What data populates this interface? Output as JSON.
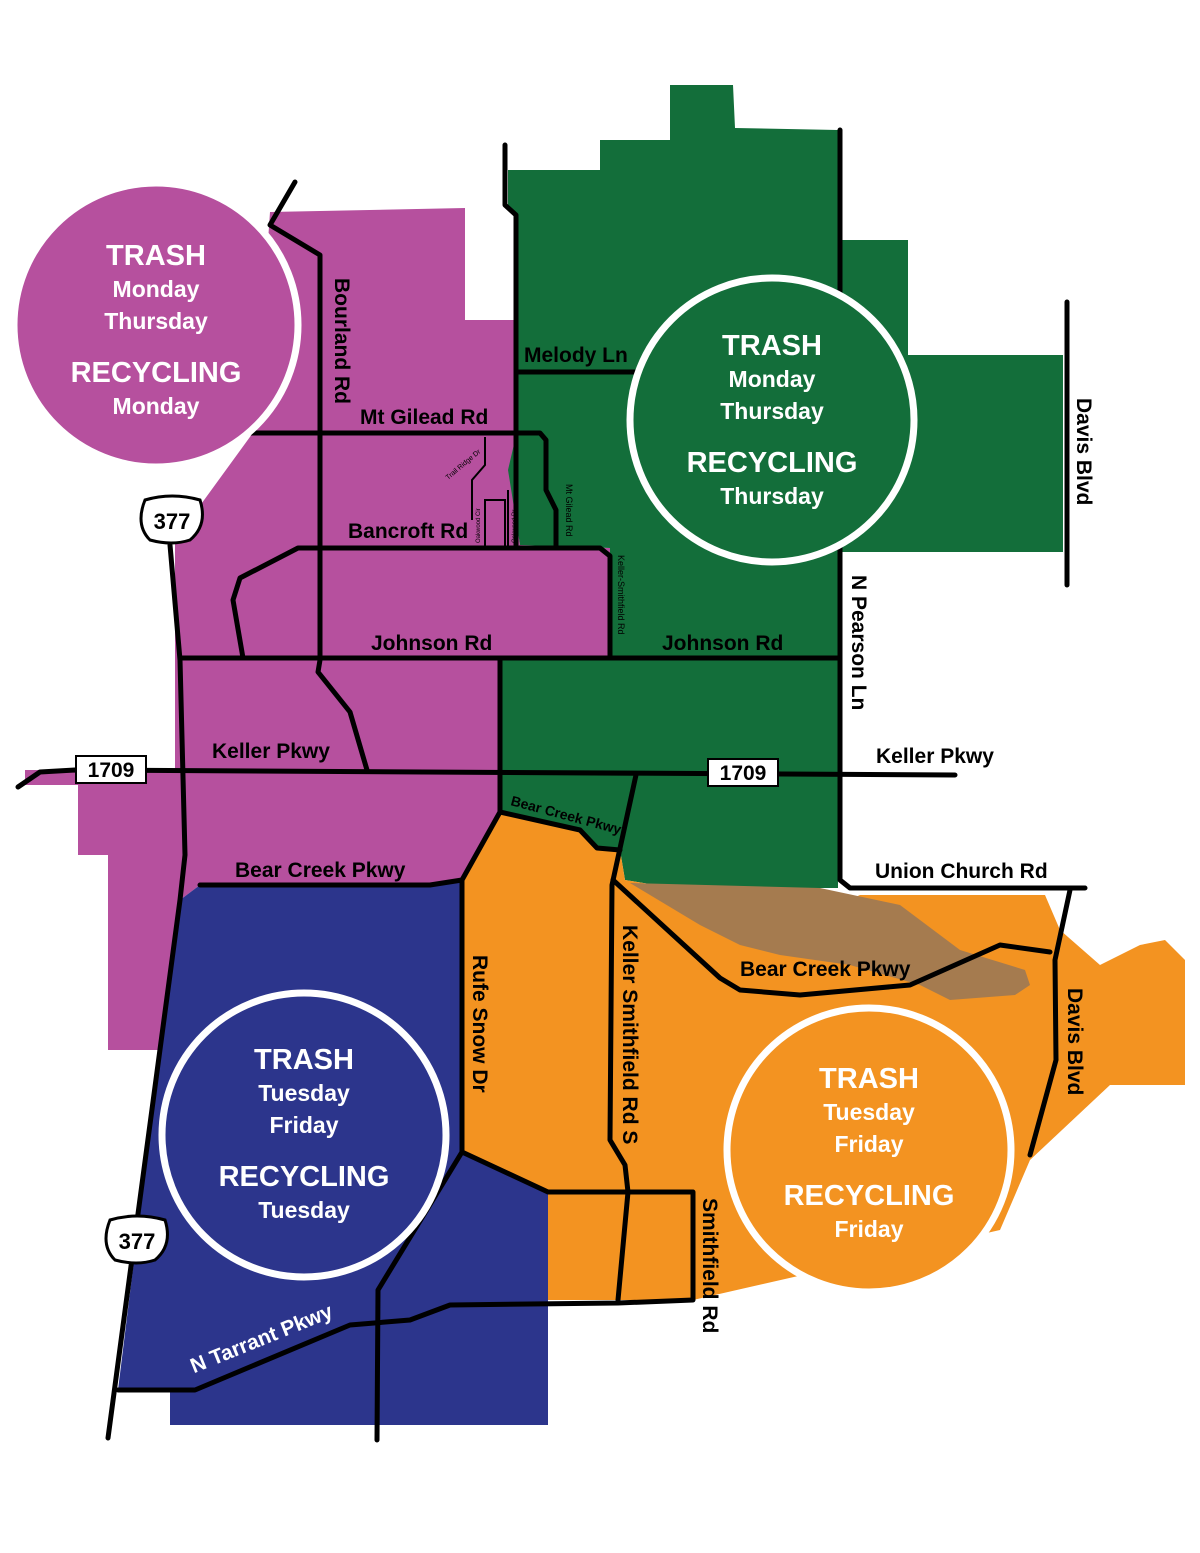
{
  "colors": {
    "zone1": "#b6509e",
    "zone2": "#136e3a",
    "zone3": "#2c358c",
    "zone4": "#f39321",
    "park": "#a57b4f"
  },
  "zones": [
    {
      "trash_title": "TRASH",
      "trash_days": [
        "Monday",
        "Thursday"
      ],
      "recycling_title": "RECYCLING",
      "recycling_day": "Monday"
    },
    {
      "trash_title": "TRASH",
      "trash_days": [
        "Monday",
        "Thursday"
      ],
      "recycling_title": "RECYCLING",
      "recycling_day": "Thursday"
    },
    {
      "trash_title": "TRASH",
      "trash_days": [
        "Tuesday",
        "Friday"
      ],
      "recycling_title": "RECYCLING",
      "recycling_day": "Tuesday"
    },
    {
      "trash_title": "TRASH",
      "trash_days": [
        "Tuesday",
        "Friday"
      ],
      "recycling_title": "RECYCLING",
      "recycling_day": "Friday"
    }
  ],
  "shields": {
    "us377": "377",
    "fm1709": "1709"
  },
  "streets": {
    "bourland": "Bourland Rd",
    "melody": "Melody Ln",
    "mt_gilead": "Mt Gilead Rd",
    "bancroft": "Bancroft Rd",
    "trail_ridge": "Trail Ridge Dr",
    "oakwood_cir": "Oakwood Cir",
    "oakwood_dr": "Oakwood Dr",
    "keller_smithfield": "Keller-Smithfield Rd",
    "johnson": "Johnson Rd",
    "keller_pkwy": "Keller Pkwy",
    "bear_creek": "Bear Creek Pkwy",
    "n_pearson": "N Pearson Ln",
    "davis": "Davis Blvd",
    "union_church": "Union Church Rd",
    "rufe_snow": "Rufe Snow Dr",
    "keller_smithfield_s": "Keller Smithfield Rd S",
    "smithfield": "Smithfield Rd",
    "n_tarrant": "N Tarrant Pkwy"
  }
}
